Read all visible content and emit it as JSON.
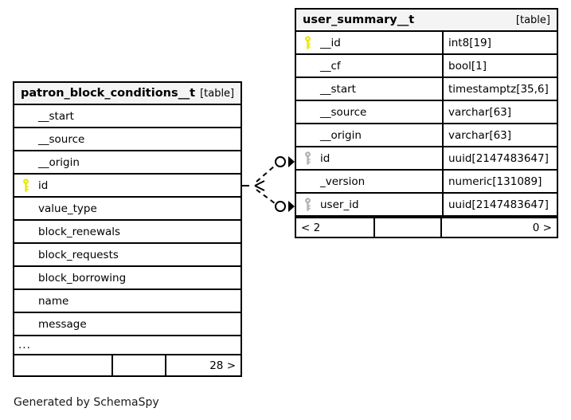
{
  "diagram": {
    "caption": "Generated by SchemaSpy",
    "tables": [
      {
        "id": "patron_block_conditions",
        "name": "patron_block_conditions__t",
        "tag": "[table]",
        "has_type_column": false,
        "columns": [
          {
            "name": "__start",
            "key": "none"
          },
          {
            "name": "__source",
            "key": "none"
          },
          {
            "name": "__origin",
            "key": "none"
          },
          {
            "name": "id",
            "key": "primary"
          },
          {
            "name": "value_type",
            "key": "none"
          },
          {
            "name": "block_renewals",
            "key": "none"
          },
          {
            "name": "block_requests",
            "key": "none"
          },
          {
            "name": "block_borrowing",
            "key": "none"
          },
          {
            "name": "name",
            "key": "none"
          },
          {
            "name": "message",
            "key": "none"
          }
        ],
        "truncation_indicator": "...",
        "footer": {
          "left": "",
          "middle": "",
          "right": "28 >"
        }
      },
      {
        "id": "user_summary",
        "name": "user_summary__t",
        "tag": "[table]",
        "has_type_column": true,
        "columns": [
          {
            "name": "__id",
            "type": "int8[19]",
            "key": "primary"
          },
          {
            "name": "__cf",
            "type": "bool[1]",
            "key": "none"
          },
          {
            "name": "__start",
            "type": "timestamptz[35,6]",
            "key": "none"
          },
          {
            "name": "__source",
            "type": "varchar[63]",
            "key": "none"
          },
          {
            "name": "__origin",
            "type": "varchar[63]",
            "key": "none"
          },
          {
            "name": "id",
            "type": "uuid[2147483647]",
            "key": "foreign"
          },
          {
            "name": "_version",
            "type": "numeric[131089]",
            "key": "none"
          },
          {
            "name": "user_id",
            "type": "uuid[2147483647]",
            "key": "foreign"
          }
        ],
        "footer": {
          "left": "< 2",
          "middle": "",
          "right": "0 >"
        }
      }
    ],
    "relationships": [
      {
        "from_table": "patron_block_conditions",
        "from_column": "id",
        "to_table": "user_summary",
        "to_column": "id",
        "style": "dashed",
        "cardinality": "zero-or-many"
      },
      {
        "from_table": "patron_block_conditions",
        "from_column": "id",
        "to_table": "user_summary",
        "to_column": "user_id",
        "style": "dashed",
        "cardinality": "zero-or-many"
      }
    ],
    "colors": {
      "primary_key": "#e8e800",
      "foreign_key": "#b0b0b0",
      "border": "#000000",
      "header_background": "#f4f4f4",
      "canvas": "#ffffff"
    }
  }
}
